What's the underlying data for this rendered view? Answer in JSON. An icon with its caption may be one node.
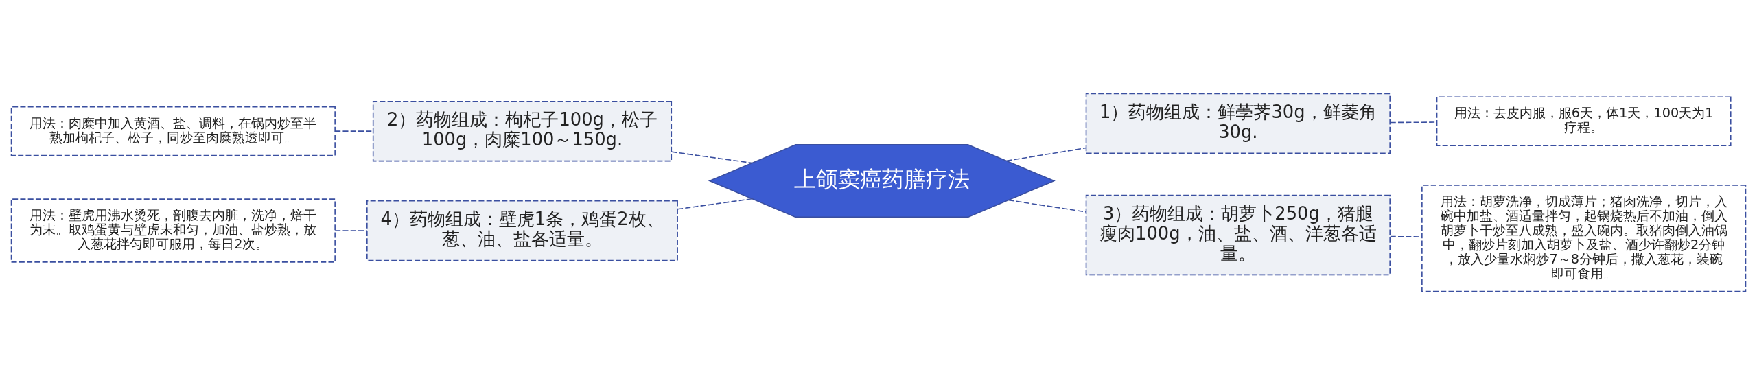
{
  "diagram": {
    "nodes": [
      {
        "text": [
          "上颌窦癌药膳疗法"
        ]
      },
      {
        "text": [
          "1）药物组成：鲜荸荠30g，鲜菱角30g."
        ]
      },
      {
        "text": [
          "用法：去皮内服，服6天，体1天，100天为1疗程。"
        ]
      },
      {
        "text": [
          "3）药物组成：胡萝卜250g，猪腿瘦肉100g，油、盐、酒、洋葱各适量。"
        ]
      },
      {
        "text": [
          "用法：胡萝洗净，切成薄片；猪肉洗净，切片，入碗中加盐、酒适量拌匀，起锅烧热后不加油，倒入胡萝卜干炒至八成熟，盛入碗内。取猪肉倒入油锅中，翻炒片刻加入胡萝卜及盐、酒少许翻炒2分钟，放入少量水焖炒7～8分钟后，撒入葱花，装碗即可食用。"
        ]
      },
      {
        "text": [
          "2）药物组成：枸杞子100g，松子100g，肉糜100～150g."
        ]
      },
      {
        "text": [
          "用法：肉糜中加入黄酒、盐、调料，在锅内炒至半熟加枸杞子、松子，同炒至肉糜熟透即可。"
        ]
      },
      {
        "text": [
          "4）药物组成：壁虎1条，鸡蛋2枚、葱、油、盐各适量。"
        ]
      },
      {
        "text": [
          "用法：壁虎用沸水烫死，剖腹去内脏，洗净，焙干为末。取鸡蛋黄与壁虎末和匀，加油、盐炒熟，放入葱花拌匀即可服用，每日2次。"
        ]
      }
    ],
    "edges": [
      {
        "from": 0,
        "to": 1,
        "arrow": "none",
        "style": "dashed"
      },
      {
        "from": 1,
        "to": 2,
        "arrow": "none",
        "style": "dashed"
      },
      {
        "from": 0,
        "to": 3,
        "arrow": "none",
        "style": "dashed"
      },
      {
        "from": 3,
        "to": 4,
        "arrow": "none",
        "style": "dashed"
      },
      {
        "from": 5,
        "to": 0,
        "arrow": "none",
        "style": "dashed"
      },
      {
        "from": 6,
        "to": 5,
        "arrow": "none",
        "style": "dashed"
      },
      {
        "from": 7,
        "to": 0,
        "arrow": "none",
        "style": "dashed"
      },
      {
        "from": 8,
        "to": 7,
        "arrow": "none",
        "style": "dashed"
      }
    ]
  }
}
